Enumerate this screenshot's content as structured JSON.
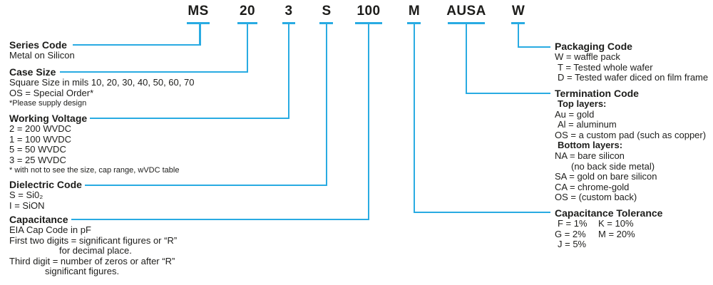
{
  "diagram": {
    "part_number_segments": [
      "MS",
      "20",
      "3",
      "S",
      "100",
      "M",
      "AUSA",
      "W"
    ],
    "sections": {
      "series_code": {
        "title": "Series Code",
        "lines": [
          "Metal on Silicon"
        ]
      },
      "case_size": {
        "title": "Case Size",
        "lines": [
          "Square Size in mils 10, 20, 30, 40, 50, 60, 70",
          "OS = Special Order*"
        ],
        "note": "*Please supply design"
      },
      "working_voltage": {
        "title": "Working Voltage",
        "lines": [
          "2 = 200 WVDC",
          "1 = 100 WVDC",
          "5 = 50 WVDC",
          "3 = 25 WVDC"
        ],
        "note": "* with not to see the size, cap range, wVDC table"
      },
      "dielectric_code": {
        "title": "Dielectric Code",
        "lines": [
          "S = Si0₂",
          "I = SiON"
        ]
      },
      "capacitance": {
        "title": "Capacitance",
        "lines": [
          "EIA Cap Code in pF",
          "First two digits = significant figures or “R”",
          "for decimal place.",
          "Third digit = number of zeros or after “R”",
          "significant figures."
        ]
      },
      "packaging_code": {
        "title": "Packaging Code",
        "lines": [
          "W = waffle pack",
          "T = Tested whole wafer",
          "D = Tested wafer diced on film frame"
        ]
      },
      "termination_code": {
        "title": "Termination Code",
        "lines": [
          "Top layers:",
          "Au = gold",
          "Al = aluminum",
          "OS = a custom pad (such as copper)",
          "Bottom layers:",
          "NA = bare silicon",
          "(no back side metal)",
          "SA = gold on bare silicon",
          "CA = chrome-gold",
          "OS = (custom back)"
        ]
      },
      "capacitance_tolerance": {
        "title": "Capacitance Tolerance",
        "col1": [
          "F = 1%",
          "G = 2%",
          "J = 5%"
        ],
        "col2": [
          "K = 10%",
          "M = 20%"
        ]
      }
    },
    "colors": {
      "connector_line": "#29abe2",
      "text": "#1d1d1b"
    }
  }
}
